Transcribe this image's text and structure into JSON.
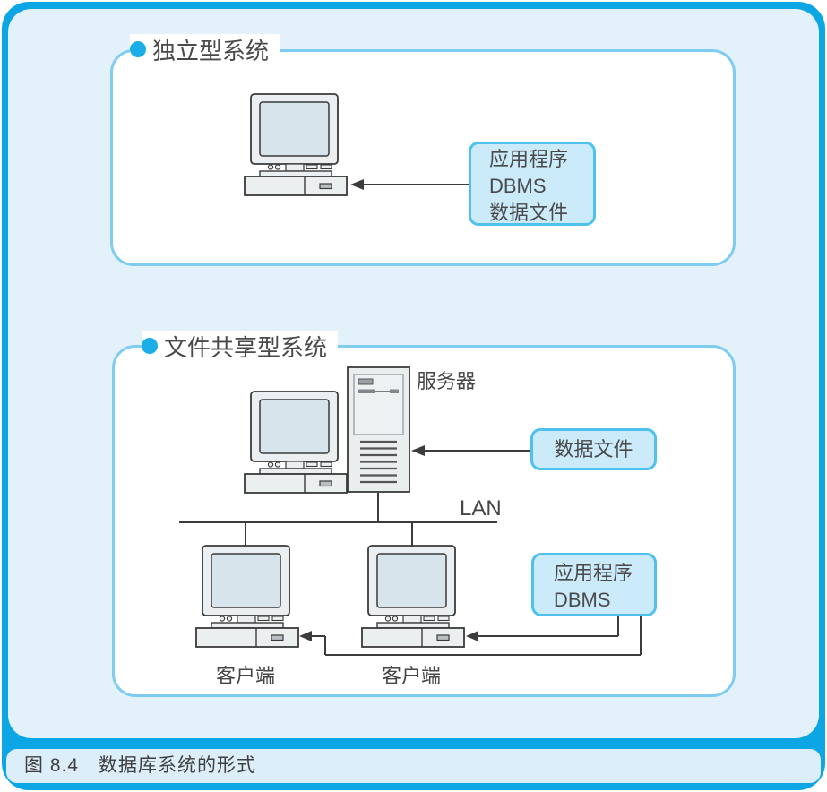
{
  "caption": {
    "text": "图 8.4　数据库系统的形式"
  },
  "standalone": {
    "title": "独立型系统",
    "stack_box": [
      "应用程序",
      "DBMS",
      "数据文件"
    ]
  },
  "shared": {
    "title": "文件共享型系统",
    "server_label": "服务器",
    "lan_label": "LAN",
    "client1_label": "客户端",
    "client2_label": "客户端",
    "data_box": "数据文件",
    "app_box": [
      "应用程序",
      "DBMS"
    ]
  },
  "icons": {
    "desktop_computer": "desktop-computer-icon",
    "server_tower": "server-tower-icon"
  },
  "colors": {
    "frame_cyan": "#0da6e4",
    "interior_blue": "#e3f1fb",
    "caption_bar": "#dceefa",
    "section_border": "#7fccf2",
    "bullet_cyan": "#1caee8",
    "callout_fill": "#cbeafa",
    "callout_border": "#4fc1ee",
    "connector_line": "#3c3c3c",
    "device_fill": "#ebeff1",
    "screen_fill": "#d7e4ec",
    "text": "#4a4a4a"
  }
}
